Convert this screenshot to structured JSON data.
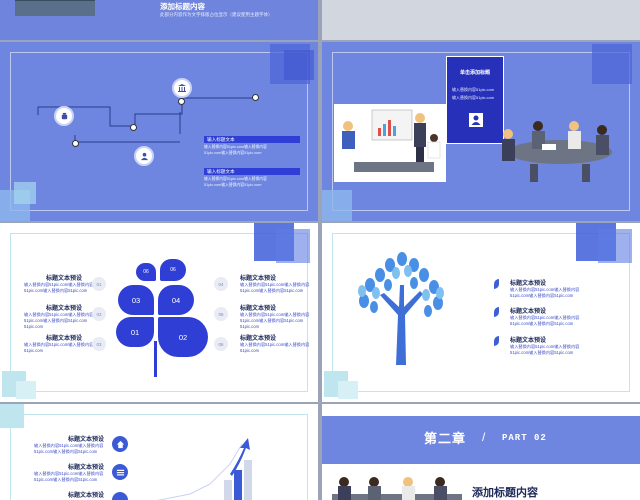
{
  "slide1": {
    "title": "添加标题内容",
    "subtitle": "此部分内容作为文字排版占位显示（建议使用主题字体）"
  },
  "slide3": {
    "items": [
      {
        "tag": "输入标题文本",
        "line1": "输入替换内容51pic.com输入替换内容",
        "line2": "51pic.com输入替换内容51pic.com"
      },
      {
        "tag": "输入标题文本",
        "line1": "输入替换内容51pic.com输入替换内容",
        "line2": "51pic.com输入替换内容51pic.com"
      }
    ]
  },
  "slide4": {
    "title": "单击添加标题",
    "line1": "输入替换内容51pic.com",
    "line2": "输入替换内容51pic.com"
  },
  "slide5": {
    "heading": "标题文本预设",
    "body_lines": [
      "输入替换内容51pic.com输入替换内容",
      "51pic.com输入替换内容51pic.com",
      "51pic.com"
    ],
    "left_numbers": [
      "01",
      "02",
      "03"
    ],
    "right_numbers": [
      "04",
      "05",
      "06"
    ],
    "center_labels": [
      "06",
      "03",
      "04",
      "01",
      "02"
    ]
  },
  "slide6": {
    "heading": "标题文本预设",
    "body_lines": [
      "输入替换内容51pic.com输入替换内容",
      "51pic.com输入替换内容51pic.com"
    ]
  },
  "slide7": {
    "heading": "标题文本预设",
    "body_lines": [
      "输入替换内容51pic.com输入替换内容",
      "51pic.com输入替换内容51pic.com"
    ]
  },
  "slide8": {
    "chapter": "第二章",
    "separator": "/",
    "part": "PART 02",
    "title": "添加标题内容"
  },
  "colors": {
    "primary": "#6e86e0",
    "deep": "#2f3fd6",
    "accent": "#4f6fe3"
  }
}
